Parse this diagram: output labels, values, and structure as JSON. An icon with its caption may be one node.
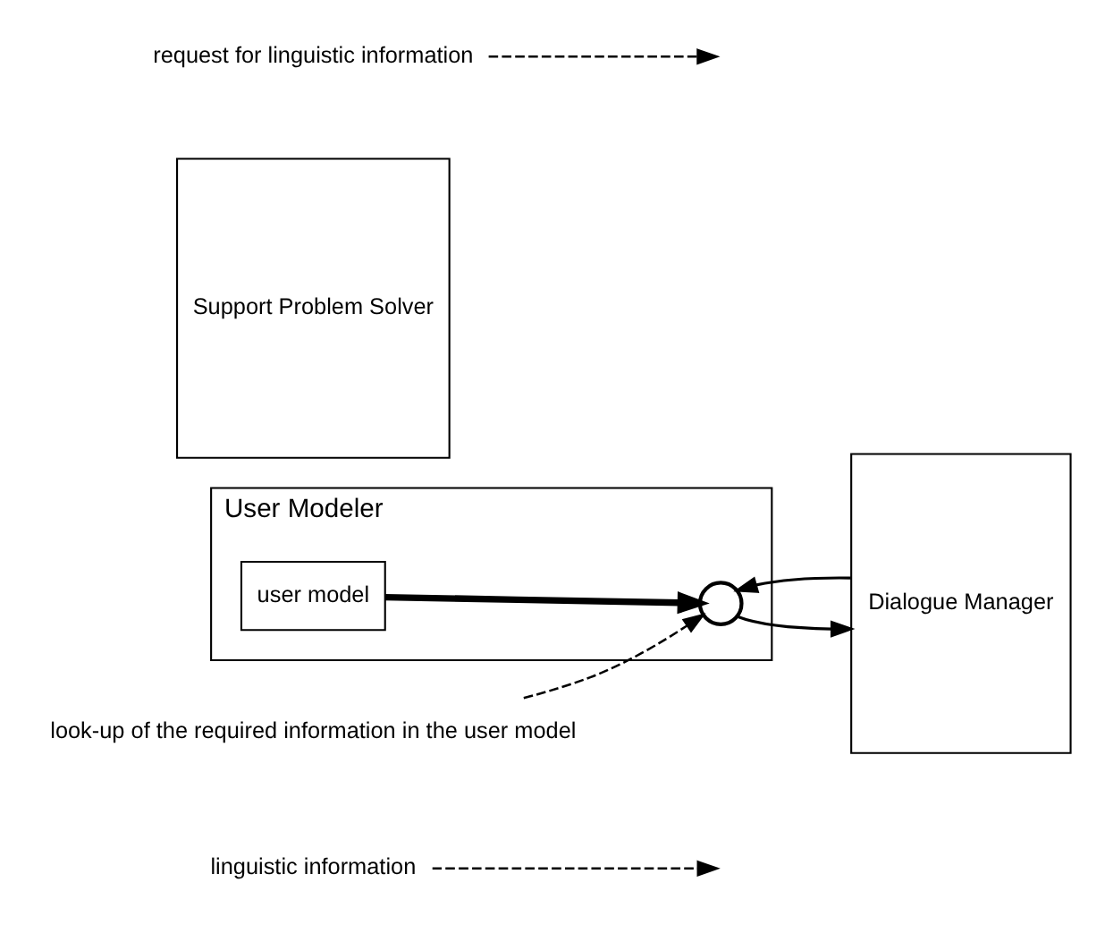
{
  "diagram": {
    "nodes": [
      {
        "text": [
          "linguistic information"
        ]
      },
      {
        "text": [
          "Dialogue Manager"
        ]
      },
      {
        "text": [
          "User Modeler"
        ]
      },
      {
        "text": [
          "user model"
        ],
        "in": 2
      },
      {
        "text": [],
        "shape": "circle",
        "in": 2
      },
      {
        "text": [
          "Support Problem Solver"
        ]
      },
      {
        "text": [
          "request for linguistic information"
        ]
      },
      {
        "text": [
          "look-up of the required information in the user model"
        ]
      }
    ],
    "edges": [
      {
        "from": 0,
        "to": null,
        "arrow": "to",
        "style": "dashed"
      },
      {
        "from": 4,
        "to": 1,
        "arrow": "to"
      },
      {
        "from": 1,
        "to": 4,
        "arrow": "to"
      },
      {
        "from": 3,
        "to": 4,
        "arrow": "to",
        "style": "thick"
      },
      {
        "from": 6,
        "to": null,
        "arrow": "to",
        "style": "dashed"
      },
      {
        "from": 7,
        "to": 4,
        "arrow": "to",
        "style": "dashed"
      }
    ]
  }
}
